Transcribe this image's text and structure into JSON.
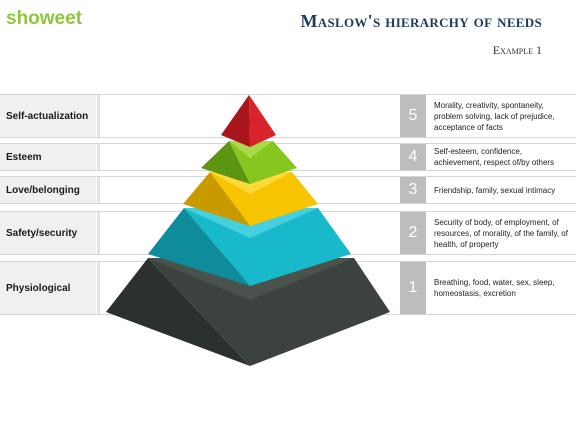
{
  "logo": {
    "text": "showeet"
  },
  "header": {
    "title": "Maslow's hierarchy of needs",
    "subtitle": "Example 1"
  },
  "levels": [
    {
      "number": "5",
      "label": "Self-actualization",
      "description": "Morality, creativity, spontaneity, problem solving, lack of prejudice, acceptance of facts",
      "color": "#d21f26"
    },
    {
      "number": "4",
      "label": "Esteem",
      "description": "Self-esteem, confidence, achievement, respect of/by others",
      "color": "#7fbf1f"
    },
    {
      "number": "3",
      "label": "Love/belonging",
      "description": "Friendship, family, sexual intimacy",
      "color": "#f1bd00"
    },
    {
      "number": "2",
      "label": "Safety/security",
      "description": "Security of body, of employment, of resources, of morality, of the family, of health, of property",
      "color": "#17b3c6"
    },
    {
      "number": "1",
      "label": "Physiological",
      "description": "Breathing, food, water, sex, sleep, homeostasis, excretion",
      "color": "#333a35"
    }
  ],
  "colors": {
    "header_title": "#1f3b5a",
    "label_background": "#f0f0f0",
    "number_background": "#bdbdbd"
  }
}
